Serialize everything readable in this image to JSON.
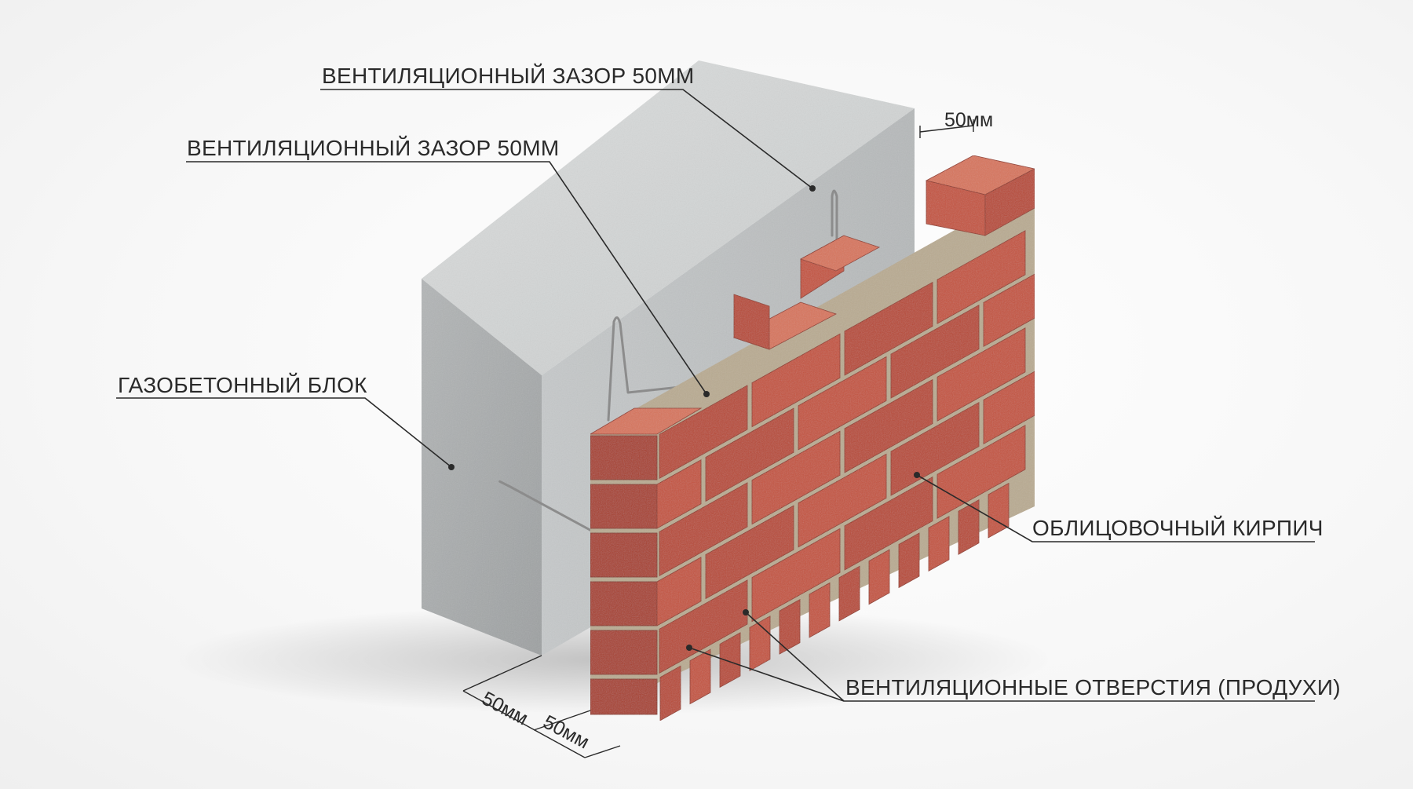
{
  "labels": {
    "vent_gap_top": "ВЕНТИЛЯЦИОННЫЙ ЗАЗОР 50ММ",
    "vent_gap_second": "ВЕНТИЛЯЦИОННЫЙ ЗАЗОР 50ММ",
    "aerated_block": "ГАЗОБЕТОННЫЙ БЛОК",
    "facing_brick": "ОБЛИЦОВОЧНЫЙ КИРПИЧ",
    "vent_holes": "ВЕНТИЛЯЦИОННЫЕ ОТВЕРСТИЯ (ПРОДУХИ)"
  },
  "dimensions": {
    "top_gap": "50мм",
    "bottom_gap": "50мм",
    "bottom_brick": "50мм"
  },
  "colors": {
    "concrete_front": "#a9acad",
    "concrete_top": "#d6d8d8",
    "concrete_right": "#c2c5c6",
    "brick": "#c4533c",
    "mortar": "#b9ab92"
  }
}
